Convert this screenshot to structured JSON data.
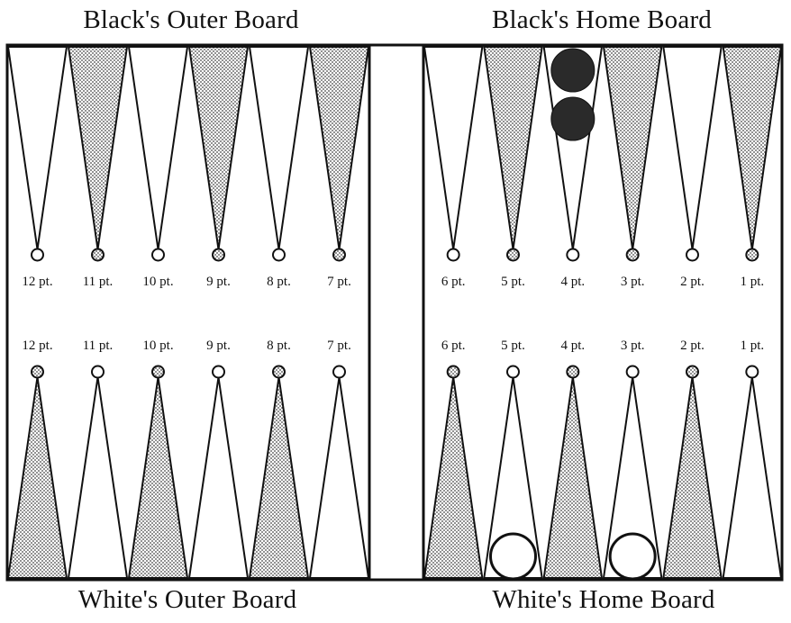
{
  "labels": {
    "black_outer": "Black's Outer Board",
    "black_home": "Black's Home Board",
    "white_outer": "White's Outer Board",
    "white_home": "White's Home Board"
  },
  "colors": {
    "ink": "#111111",
    "shade": "#cfcfcf",
    "paper": "#ffffff",
    "black_checker": "#2a2a2a"
  },
  "top_left_points": [
    "12 pt.",
    "11 pt.",
    "10 pt.",
    "9 pt.",
    "8 pt.",
    "7 pt."
  ],
  "top_right_points": [
    "6 pt.",
    "5 pt.",
    "4 pt.",
    "3 pt.",
    "2 pt.",
    "1 pt."
  ],
  "bottom_left_points": [
    "12 pt.",
    "11 pt.",
    "10 pt.",
    "9 pt.",
    "8 pt.",
    "7 pt."
  ],
  "bottom_right_points": [
    "6 pt.",
    "5 pt.",
    "4 pt.",
    "3 pt.",
    "2 pt.",
    "1 pt."
  ],
  "top_shaded": [
    false,
    true,
    false,
    true,
    false,
    true
  ],
  "bottom_shaded": [
    true,
    false,
    true,
    false,
    true,
    false
  ],
  "checkers": [
    {
      "side": "top",
      "quadrant": "right",
      "point_index": 2,
      "color": "black",
      "count": 2
    },
    {
      "side": "bottom",
      "quadrant": "right",
      "point_index": 1,
      "color": "white",
      "count": 1
    },
    {
      "side": "bottom",
      "quadrant": "right",
      "point_index": 3,
      "color": "white",
      "count": 1
    }
  ]
}
